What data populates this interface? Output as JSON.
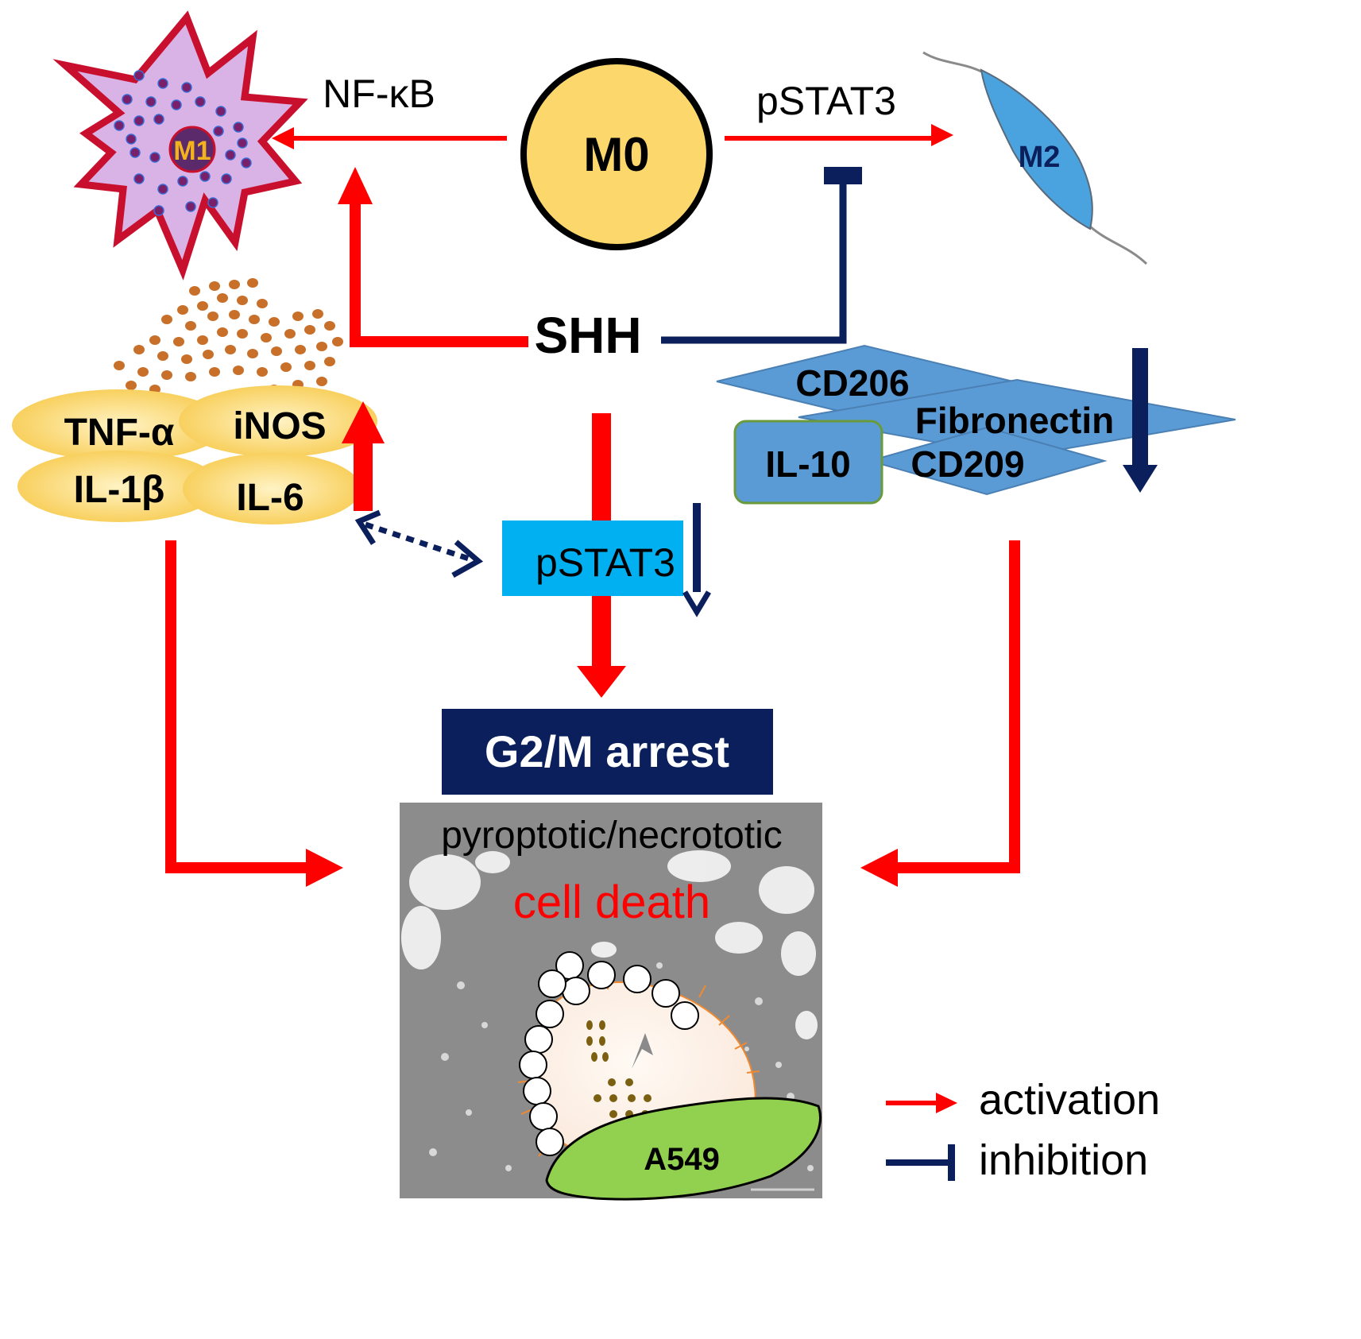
{
  "colors": {
    "activation": "#ff0000",
    "inhibition": "#0a1f5c",
    "m0_fill": "#fcd76c",
    "m1_fill": "#d9b3e6",
    "m1_border": "#c8102e",
    "m1_dots": "#7a1f6a",
    "m1_nucleus": "#5a2a6a",
    "m1_label": "#f2b31c",
    "m2_fill": "#4aa3df",
    "cytokine_fill": "#fbd46a",
    "cytokine_particle": "#c8702a",
    "marker_fill": "#5b9bd5",
    "il10_border": "#6a9a3c",
    "pstat3_box": "#00b0f0",
    "g2m_box": "#0a1f5c",
    "a549_fill": "#92d050",
    "micrograph": "#8c8c8c"
  },
  "nodes": {
    "m0": "M0",
    "m1": "M1",
    "m2": "M2",
    "shh": "SHH",
    "a549": "A549"
  },
  "edges": {
    "m0_to_m1": "NF-κB",
    "m0_to_m2": "pSTAT3"
  },
  "m1_cytokines": [
    "TNF-α",
    "iNOS",
    "IL-1β",
    "IL-6"
  ],
  "m2_markers": {
    "cd206": "CD206",
    "fibronectin": "Fibronectin",
    "il10": "IL-10",
    "cd209": "CD209"
  },
  "pstat3_box": "pSTAT3",
  "g2m_box": "G2/M arrest",
  "outcome": {
    "line1": "pyroptotic/necrototic",
    "line2": "cell death"
  },
  "legend": {
    "activation": "activation",
    "inhibition": "inhibition"
  }
}
